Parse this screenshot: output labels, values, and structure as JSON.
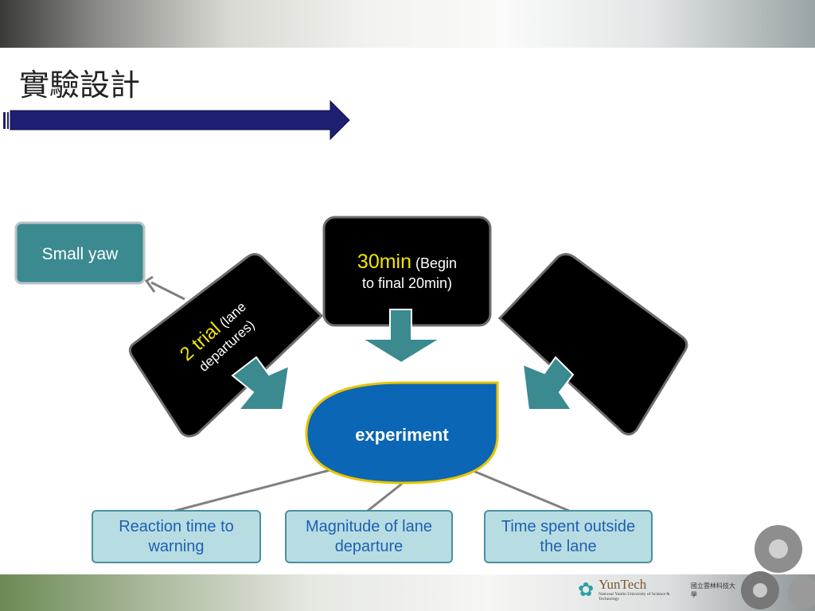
{
  "slide": {
    "title": "實驗設計"
  },
  "diagram": {
    "side_box": "Small yaw",
    "left_diamond": {
      "highlight": "2 trial",
      "note": "(lane departures)"
    },
    "top_box": {
      "highlight": "30min",
      "note_line1": "(Begin",
      "note_line2": "to final 20min)"
    },
    "center": "experiment",
    "outcomes": [
      "Reaction time to warning",
      "Magnitude of lane departure",
      "Time spent outside the lane"
    ]
  },
  "logo": {
    "name": "YunTech",
    "subtitle": "National Yunlin University of Science & Technology",
    "chinese": "國立雲林科技大學"
  },
  "colors": {
    "arrow_navy": "#1f1f73",
    "teal": "#3a8a90",
    "highlight_yellow": "#f5e400",
    "center_blue": "#0b66b5",
    "center_border": "#e8c400",
    "outcome_fill": "#b7dde2",
    "outcome_border": "#4a8fa0"
  }
}
